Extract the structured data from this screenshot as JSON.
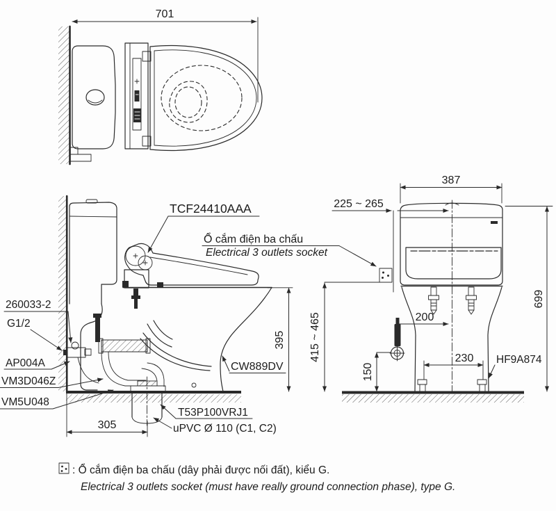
{
  "colors": {
    "line": "#2a2a2a",
    "background": "#fdfdfd"
  },
  "top_view": {
    "dim_depth": "701"
  },
  "side_view": {
    "seat_model": "TCF24410AAA",
    "socket_note_vi": "Ổ cắm điện ba chấu",
    "socket_note_en": "Electrical 3 outlets socket",
    "part_stop_valve": "260033-2",
    "part_thread_size": "G1/2",
    "part_supply_valve": "AP004A",
    "part_fill_valve": "VM3D046Z",
    "part_flush_valve": "VM5U048",
    "bowl_model": "CW889DV",
    "part_flange": "T53P100VRJ1",
    "part_drain_pipe": "uPVC Ø 110 (C1, C2)",
    "dim_rim_height": "395",
    "dim_outlet_offset": "305"
  },
  "rear_view": {
    "dim_width": "387",
    "dim_socket_offset": "225 ~ 265",
    "dim_total_height": "699",
    "dim_socket_height": "415 ~ 465",
    "dim_supply_offset": "200",
    "dim_supply_height": "150",
    "dim_bolt_spacing": "230",
    "part_bolt_cap": "HF9A874"
  },
  "legend": {
    "socket_line_vi": ": Ổ cắm điện ba chấu (dây phải được nối đất), kiểu G.",
    "socket_line_en": "Electrical 3 outlets socket (must have really ground connection phase), type G."
  }
}
